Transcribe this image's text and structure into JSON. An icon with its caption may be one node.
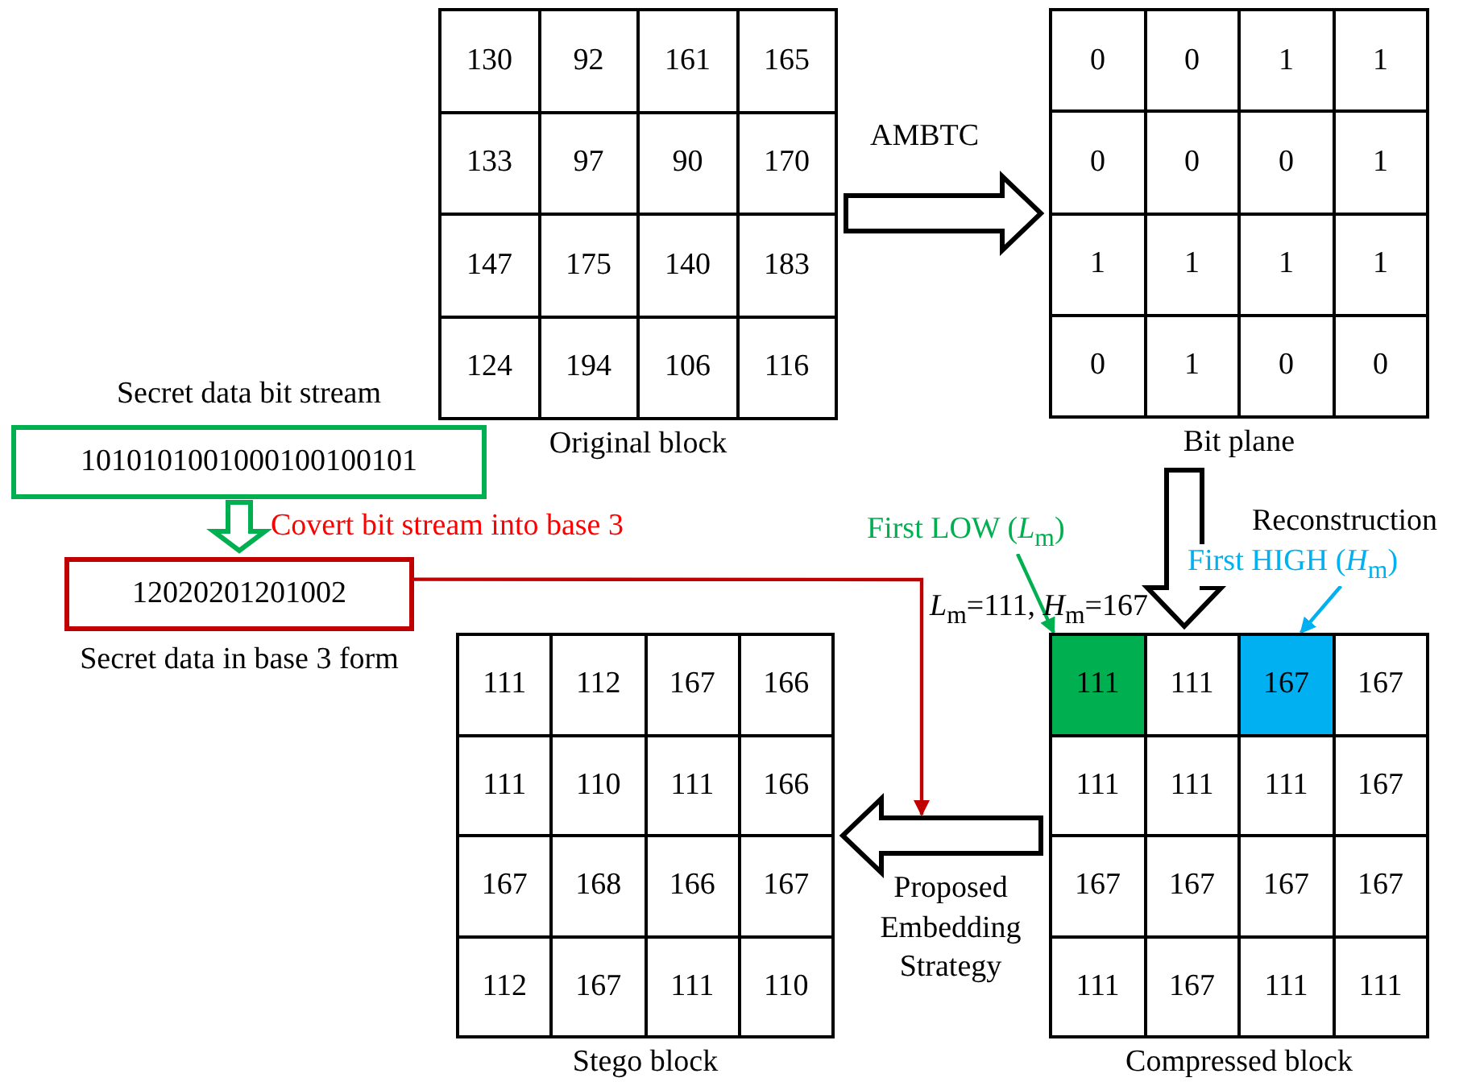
{
  "diagram": {
    "nodes": [
      {
        "text": [
          "Original block"
        ]
      },
      {
        "text": [
          "130"
        ],
        "in": 0
      },
      {
        "text": [
          "92"
        ],
        "in": 0
      },
      {
        "text": [
          "161"
        ],
        "in": 0
      },
      {
        "text": [
          "165"
        ],
        "in": 0
      },
      {
        "text": [
          "133"
        ],
        "in": 0
      },
      {
        "text": [
          "97"
        ],
        "in": 0
      },
      {
        "text": [
          "90"
        ],
        "in": 0
      },
      {
        "text": [
          "170"
        ],
        "in": 0
      },
      {
        "text": [
          "147"
        ],
        "in": 0
      },
      {
        "text": [
          "175"
        ],
        "in": 0
      },
      {
        "text": [
          "140"
        ],
        "in": 0
      },
      {
        "text": [
          "183"
        ],
        "in": 0
      },
      {
        "text": [
          "124"
        ],
        "in": 0
      },
      {
        "text": [
          "194"
        ],
        "in": 0
      },
      {
        "text": [
          "106"
        ],
        "in": 0
      },
      {
        "text": [
          "116"
        ],
        "in": 0
      },
      {
        "text": [
          "Bit plane"
        ]
      },
      {
        "text": [
          "0"
        ],
        "in": 17
      },
      {
        "text": [
          "0"
        ],
        "in": 17
      },
      {
        "text": [
          "1"
        ],
        "in": 17
      },
      {
        "text": [
          "1"
        ],
        "in": 17
      },
      {
        "text": [
          "0"
        ],
        "in": 17
      },
      {
        "text": [
          "0"
        ],
        "in": 17
      },
      {
        "text": [
          "0"
        ],
        "in": 17
      },
      {
        "text": [
          "1"
        ],
        "in": 17
      },
      {
        "text": [
          "1"
        ],
        "in": 17
      },
      {
        "text": [
          "1"
        ],
        "in": 17
      },
      {
        "text": [
          "1"
        ],
        "in": 17
      },
      {
        "text": [
          "1"
        ],
        "in": 17
      },
      {
        "text": [
          "0"
        ],
        "in": 17
      },
      {
        "text": [
          "1"
        ],
        "in": 17
      },
      {
        "text": [
          "0"
        ],
        "in": 17
      },
      {
        "text": [
          "0"
        ],
        "in": 17
      },
      {
        "text": [
          "Secret data bit stream",
          "1010101001000100100101"
        ]
      },
      {
        "text": [
          "12020201201002",
          "Secret data in base 3 form"
        ]
      },
      {
        "text": [
          "Compressed block"
        ]
      },
      {
        "text": [
          "111"
        ],
        "in": 36
      },
      {
        "text": [
          "111"
        ],
        "in": 36
      },
      {
        "text": [
          "167"
        ],
        "in": 36
      },
      {
        "text": [
          "167"
        ],
        "in": 36
      },
      {
        "text": [
          "111"
        ],
        "in": 36
      },
      {
        "text": [
          "111"
        ],
        "in": 36
      },
      {
        "text": [
          "111"
        ],
        "in": 36
      },
      {
        "text": [
          "167"
        ],
        "in": 36
      },
      {
        "text": [
          "167"
        ],
        "in": 36
      },
      {
        "text": [
          "167"
        ],
        "in": 36
      },
      {
        "text": [
          "167"
        ],
        "in": 36
      },
      {
        "text": [
          "167"
        ],
        "in": 36
      },
      {
        "text": [
          "111"
        ],
        "in": 36
      },
      {
        "text": [
          "167"
        ],
        "in": 36
      },
      {
        "text": [
          "111"
        ],
        "in": 36
      },
      {
        "text": [
          "111"
        ],
        "in": 36
      },
      {
        "text": [
          "Stego block"
        ]
      },
      {
        "text": [
          "111"
        ],
        "in": 53
      },
      {
        "text": [
          "112"
        ],
        "in": 53
      },
      {
        "text": [
          "167"
        ],
        "in": 53
      },
      {
        "text": [
          "166"
        ],
        "in": 53
      },
      {
        "text": [
          "111"
        ],
        "in": 53
      },
      {
        "text": [
          "110"
        ],
        "in": 53
      },
      {
        "text": [
          "111"
        ],
        "in": 53
      },
      {
        "text": [
          "166"
        ],
        "in": 53
      },
      {
        "text": [
          "167"
        ],
        "in": 53
      },
      {
        "text": [
          "168"
        ],
        "in": 53
      },
      {
        "text": [
          "166"
        ],
        "in": 53
      },
      {
        "text": [
          "167"
        ],
        "in": 53
      },
      {
        "text": [
          "112"
        ],
        "in": 53
      },
      {
        "text": [
          "167"
        ],
        "in": 53
      },
      {
        "text": [
          "111"
        ],
        "in": 53
      },
      {
        "text": [
          "110"
        ],
        "in": 53
      },
      {
        "text": [
          "First LOW (*L*$_{m}$)"
        ]
      },
      {
        "text": [
          "First HIGH (*H*$_{m}$)"
        ]
      }
    ],
    "edges": [
      {
        "from": 0,
        "to": 17,
        "arrow": "to",
        "label": "AMBTC",
        "style": "thick"
      },
      {
        "from": 17,
        "to": 36,
        "arrow": "to",
        "label": "Reconstruction",
        "style": "thick"
      },
      {
        "from": 34,
        "to": 35,
        "arrow": "to",
        "label": "Covert bit stream into base 3",
        "style": "thick",
        "color": "#00b050"
      },
      {
        "from": 36,
        "to": 53,
        "arrow": "to",
        "label": "Proposed Embedding Strategy",
        "style": "thick"
      },
      {
        "from": 35,
        "to": null,
        "arrow": "to",
        "color": "#c00000"
      },
      {
        "from": 70,
        "to": 37,
        "arrow": "to",
        "color": "#00b050"
      },
      {
        "from": 71,
        "to": 39,
        "arrow": "to",
        "color": "#00b0f0"
      }
    ],
    "labels": [
      "*L*$_{m}$=111, *H*$_{m}$=167"
    ]
  }
}
